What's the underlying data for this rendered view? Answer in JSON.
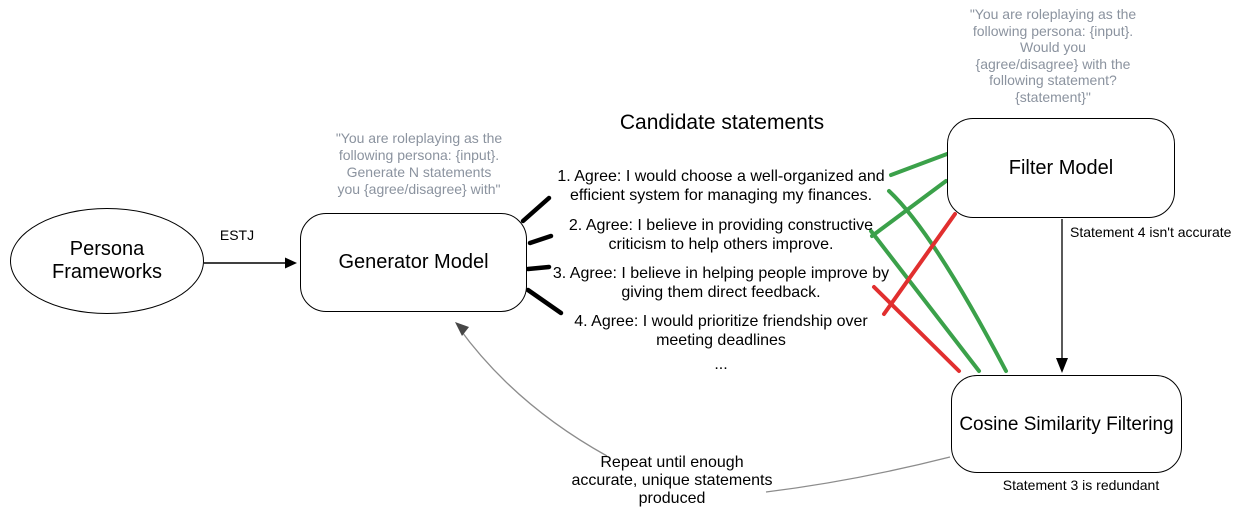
{
  "colors": {
    "accept_green": "#3ba14a",
    "reject_red": "#e12f2f",
    "prompt_gray": "#8b939f",
    "connector_gray": "#8c8c8c",
    "arrowhead_dark": "#474747",
    "line_black": "#000000"
  },
  "nodes": {
    "persona_frameworks": {
      "label_lines": [
        "Persona",
        "Frameworks"
      ]
    },
    "generator_model": {
      "label": "Generator Model",
      "prompt_lines": [
        "\"You are roleplaying as the",
        "following persona: {input}.",
        "Generate N statements",
        "you {agree/disagree} with\""
      ]
    },
    "filter_model": {
      "label": "Filter Model",
      "prompt_lines": [
        "\"You are roleplaying as the",
        "following persona: {input}.",
        "Would you",
        "{agree/disagree} with the",
        "following statement?",
        "{statement}\""
      ]
    },
    "cosine_filtering": {
      "label": "Cosine Similarity Filtering",
      "note": "Statement 3 is redundant"
    }
  },
  "edges": {
    "estj_label": "ESTJ",
    "filter_to_cosine_label": "Statement 4 isn't accurate",
    "repeat_note_lines": [
      "Repeat until enough",
      "accurate, unique statements",
      "produced"
    ]
  },
  "candidates": {
    "title": "Candidate statements",
    "items": [
      {
        "lines": [
          "1. Agree: I would choose a well-organized and",
          "efficient system for managing my finances."
        ]
      },
      {
        "lines": [
          "2. Agree: I believe in providing constructive",
          "criticism to help others improve."
        ]
      },
      {
        "lines": [
          "3. Agree: I believe in helping people improve by",
          "giving them direct feedback."
        ]
      },
      {
        "lines": [
          "4. Agree: I would prioritize friendship over",
          "meeting deadlines"
        ]
      }
    ],
    "ellipsis": "..."
  }
}
